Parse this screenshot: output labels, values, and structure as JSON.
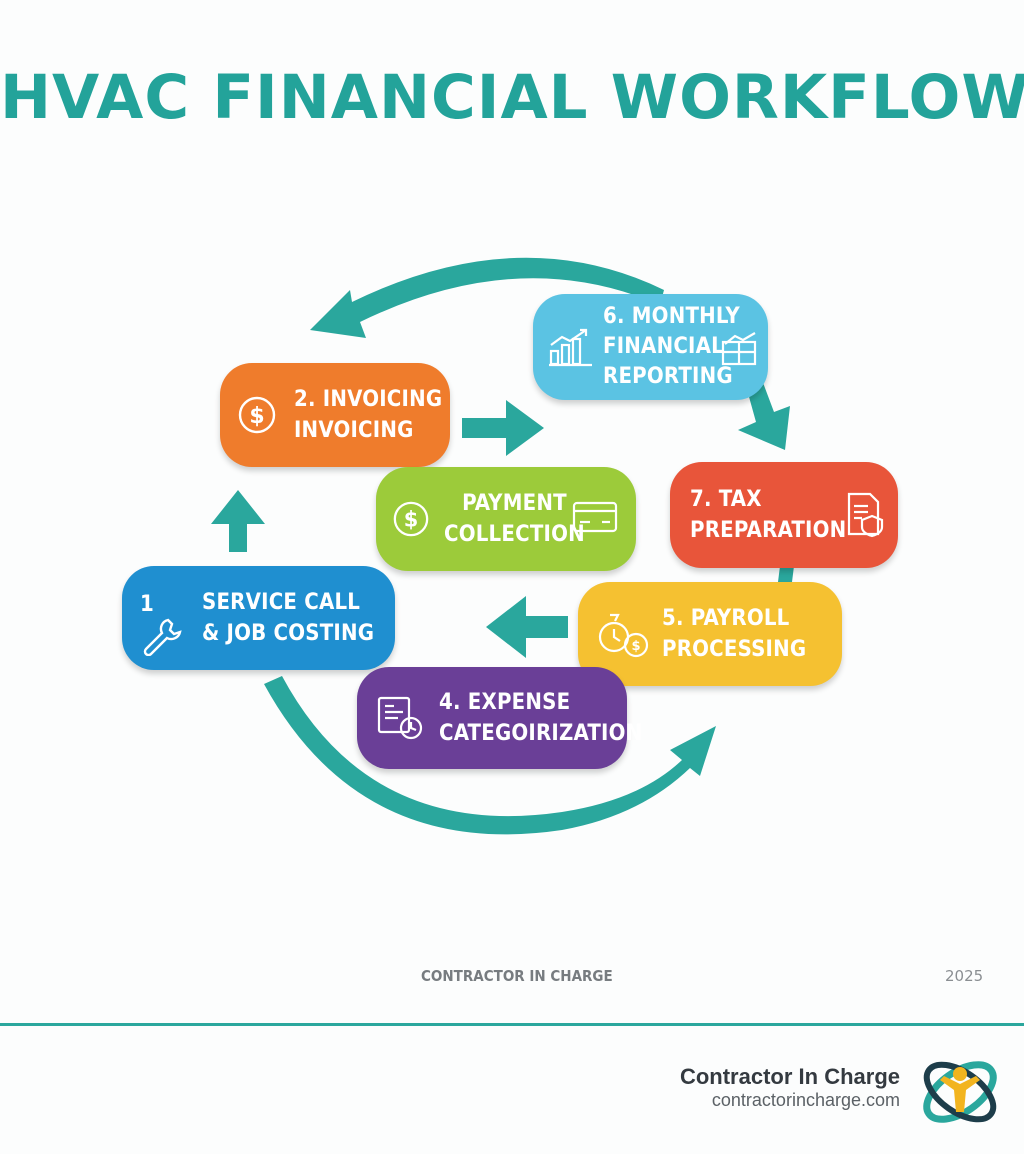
{
  "title": "HVAC FINANCIAL WORKFLOW",
  "steps": {
    "s1": {
      "line1": "1",
      "line2": "SERVICE CALL",
      "line3": "& JOB COSTING",
      "color": "#1f8fd0",
      "icon": "wrench-icon"
    },
    "s2": {
      "line1": "2. INVOICING",
      "line2": "INVOICING",
      "color": "#ef7c2c",
      "icon": "dollar-icon"
    },
    "s3": {
      "line1": "PAYMENT",
      "line2": "COLLECTION",
      "color": "#9ccb3a",
      "icon": "dollar-icon"
    },
    "s4": {
      "line1": "4. EXPENSE",
      "line2": "CATEGOIRIZATION",
      "color": "#6a3f97",
      "icon": "receipt-clock-icon"
    },
    "s5": {
      "line1": "5. PAYROLL",
      "line2": "PROCESSING",
      "color": "#f5c131",
      "icon": "money-clock-icon"
    },
    "s6": {
      "line1": "6. MONTHLY",
      "line2": "FINANCIAL",
      "line3": "REPORTING",
      "color": "#5bc3e3",
      "icon": "chart-icon"
    },
    "s7": {
      "line1": "7. TAX",
      "line2": "PREPARATION",
      "color": "#e8553a",
      "icon": "tax-document-icon"
    }
  },
  "arrow_color": "#2aa79d",
  "footer": {
    "left": "CONTRACTOR IN CHARGE",
    "right": "2025"
  },
  "brand": {
    "name": "Contractor In Charge",
    "url": "contractorincharge.com"
  }
}
